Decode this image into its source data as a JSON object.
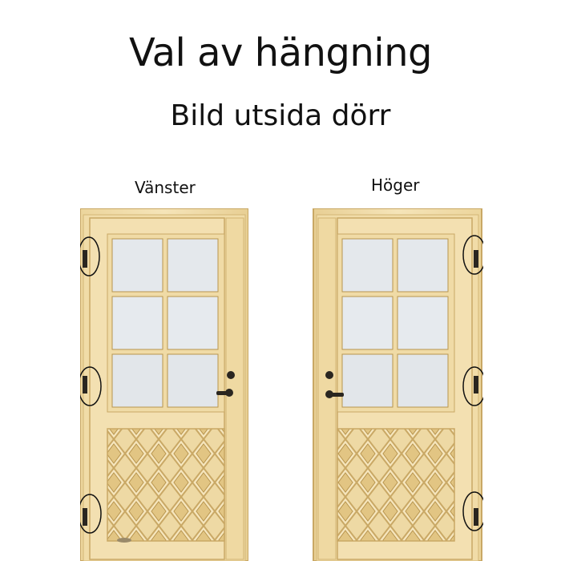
{
  "title": "Val av hängning",
  "subtitle": "Bild utsida dörr",
  "doors": [
    {
      "label": "Vänster",
      "hinge_side": "left"
    },
    {
      "label": "Höger",
      "hinge_side": "right"
    }
  ],
  "colors": {
    "wood_light": "#f2dfae",
    "wood_mid": "#e6cb8c",
    "wood_dark": "#c9a865",
    "glass": "#e4e8ec",
    "hinge": "#2a2620",
    "marker": "#111111"
  }
}
